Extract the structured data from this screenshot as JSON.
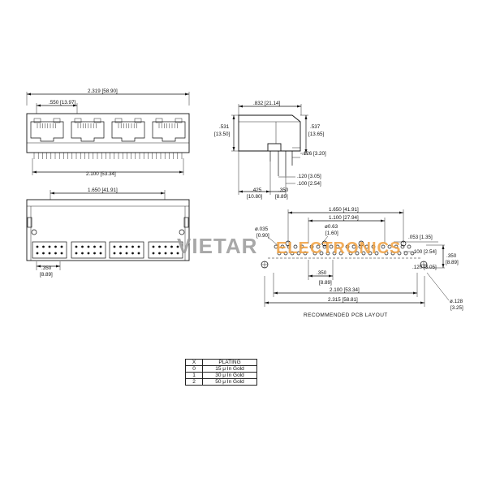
{
  "dimensions": {
    "top_overall": "2.319 [58.90]",
    "top_port_pitch": ".550 [13.97]",
    "top_pin_span": "2.100 [53.34]",
    "side_depth": ".832 [21.14]",
    "side_height_left": ".531",
    "side_height_left_mm": "[13.50]",
    "side_height_right": ".537",
    "side_height_right_mm": "[13.65]",
    "side_step": ".126 [3.20]",
    "side_pin_len": ".120 [3.05]",
    "side_pin_gap": ".100 [2.54]",
    "side_a": ".425",
    "side_a_mm": "[10.80]",
    "side_b": ".350",
    "side_b_mm": "[8.89]",
    "front_span": "1.650 [41.91]",
    "front_pitch": ".350",
    "front_pitch_mm": "[8.89]",
    "pcb_span1": "1.650 [41.91]",
    "pcb_span2": "1.100 [27.94]",
    "pcb_hole_small": "ø.035",
    "pcb_hole_small_mm": "[0.90]",
    "pcb_hole_mid": "ø0.63",
    "pcb_hole_mid_mm": "[1.60]",
    "pcb_row_offset": ".053 [1.35]",
    "pcb_row_pitch": ".100 [2.54]",
    "pcb_right_v": ".350",
    "pcb_right_v_mm": "[8.89]",
    "pcb_bottom_offset": ".120 [3.05]",
    "pcb_center": ".350",
    "pcb_center_mm": "[8.89]",
    "pcb_pin_span": "2.100 [53.34]",
    "pcb_overall": "2.315 [58.81]",
    "pcb_post_hole": "ø.128",
    "pcb_post_hole_mm": "[3.25]"
  },
  "caption": "RECOMMENDED  PCB  LAYOUT",
  "watermark": {
    "left": "VIETAR",
    "right": "ELECTRONICS",
    "color_left": "#9a9a9a",
    "color_right": "#f0a040"
  },
  "plating_table": {
    "headers": [
      "X",
      "PLATING"
    ],
    "rows": [
      [
        "0",
        "15 μ In Gold"
      ],
      [
        "1",
        "30 μ In Gold"
      ],
      [
        "2",
        "50 μ In Gold"
      ]
    ]
  }
}
